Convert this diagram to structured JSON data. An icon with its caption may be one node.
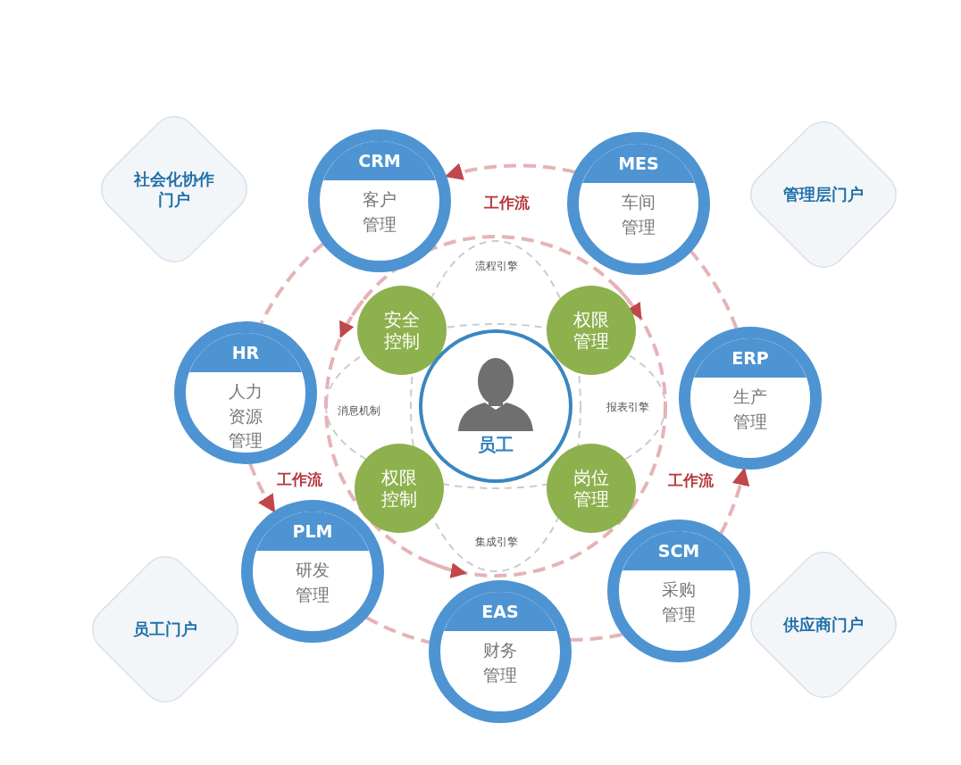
{
  "diagram": {
    "nodes": [
      {
        "text": [
          "CRM",
          "客户管理"
        ]
      },
      {
        "text": [
          "MES",
          "车间管理"
        ]
      },
      {
        "text": [
          "社会化协作门户"
        ]
      },
      {
        "text": [
          "管理层门户"
        ]
      },
      {
        "text": [
          "安全控制"
        ]
      },
      {
        "text": [
          "权限管理"
        ]
      },
      {
        "text": [
          "HR",
          "人力资源管理"
        ]
      },
      {
        "text": [
          "ERP",
          "生产管理"
        ]
      },
      {
        "text": [
          "员工"
        ]
      },
      {
        "text": [
          "权限控制"
        ]
      },
      {
        "text": [
          "岗位管理"
        ]
      },
      {
        "text": [
          "PLM",
          "研发管理"
        ]
      },
      {
        "text": [
          "SCM",
          "采购管理"
        ]
      },
      {
        "text": [
          "员工门户"
        ]
      },
      {
        "text": [
          "供应商门户"
        ]
      },
      {
        "text": [
          "EAS",
          "财务管理"
        ]
      }
    ],
    "edges": [
      {
        "from": 1,
        "to": 0,
        "arrow": "to",
        "style": "dashed"
      },
      {
        "from": 0,
        "to": 6,
        "arrow": "none",
        "style": "dashed"
      },
      {
        "from": 6,
        "to": 11,
        "arrow": "to",
        "style": "dashed"
      },
      {
        "from": 11,
        "to": 15,
        "arrow": "none",
        "style": "dashed"
      },
      {
        "from": 15,
        "to": 12,
        "arrow": "none",
        "style": "dashed"
      },
      {
        "from": 12,
        "to": 7,
        "arrow": "to",
        "style": "dashed"
      },
      {
        "from": 7,
        "to": 1,
        "arrow": "none",
        "style": "dashed"
      }
    ],
    "labels": [
      "工作流",
      "流程引擎",
      "消息机制",
      "报表引擎",
      "工作流",
      "工作流",
      "集成引擎"
    ]
  }
}
